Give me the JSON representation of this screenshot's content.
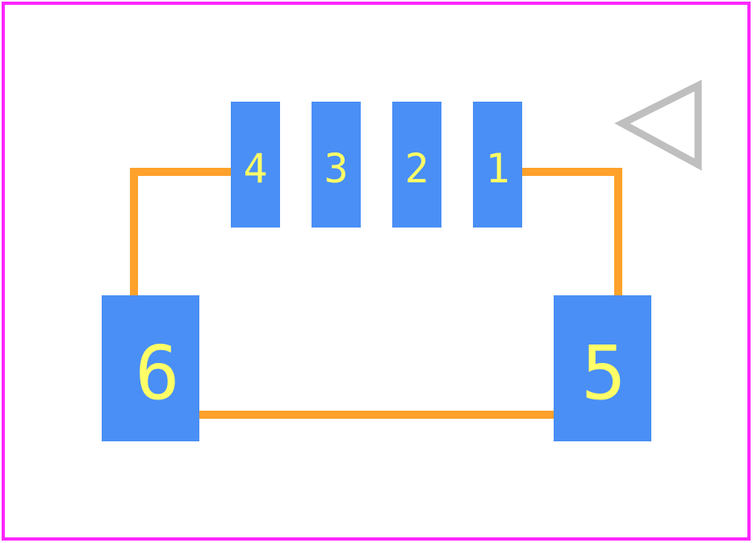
{
  "colors": {
    "background": "#ffffff",
    "board_outline": "#ff26ff",
    "silkscreen": "#ffa12b",
    "pad": "#4a8ff5",
    "pad_label": "#ffff66",
    "pin1_marker": "#bfbfbf"
  },
  "pads": [
    {
      "id": "pad-4",
      "label": "4"
    },
    {
      "id": "pad-3",
      "label": "3"
    },
    {
      "id": "pad-2",
      "label": "2"
    },
    {
      "id": "pad-1",
      "label": "1"
    },
    {
      "id": "pad-6",
      "label": "6"
    },
    {
      "id": "pad-5",
      "label": "5"
    }
  ],
  "pin1_marker_icon": "triangle-left-icon"
}
